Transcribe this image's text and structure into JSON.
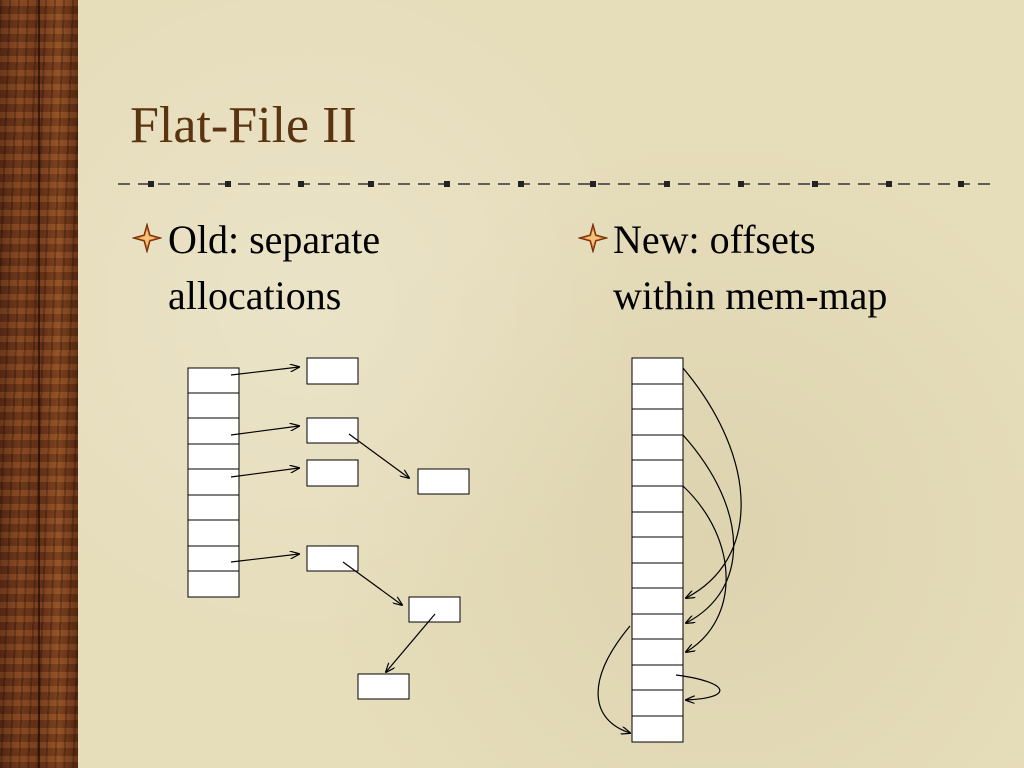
{
  "slide": {
    "title": "Flat-File II",
    "bullets": [
      {
        "line1": "Old: separate",
        "line2": "allocations"
      },
      {
        "line1": "New: offsets",
        "line2": "within mem-map"
      }
    ]
  },
  "colors": {
    "title": "#5a3410",
    "background": "#e6ddbb",
    "wood": "#6a3317",
    "bullet_star": "#c0561c"
  },
  "icons": {
    "bullet": "star-bullet-icon"
  }
}
